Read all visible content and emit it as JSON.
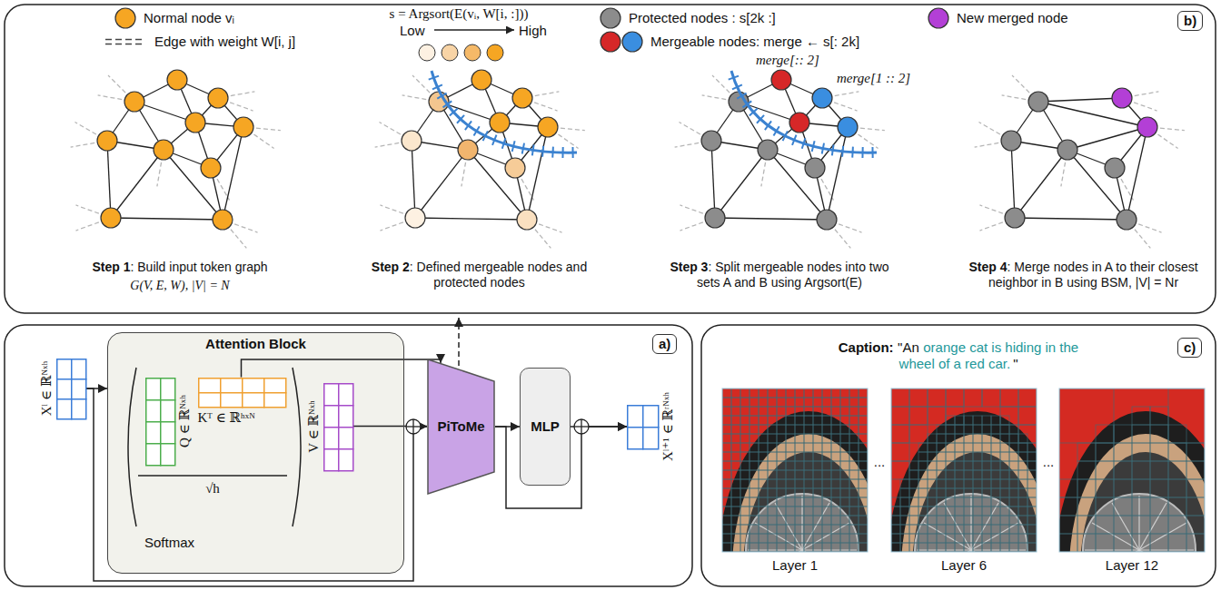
{
  "diagram": {
    "nodes": [
      {
        "text": [
          "b)"
        ]
      },
      {
        "text": [
          "Xˡ ∈ ℝᴺˣʰ"
        ]
      },
      {
        "text": [
          "Attention Block",
          "Softmax"
        ]
      },
      {
        "text": [
          "Q ∈ ℝᴺˣʰ"
        ],
        "in": 2
      },
      {
        "text": [
          "Kᵀ ∈ ℝʰˣᴺ"
        ],
        "in": 2
      },
      {
        "text": [
          "V ∈ ℝᴺˣʰ"
        ],
        "in": 2
      },
      {
        "text": [
          "PiToMe"
        ]
      },
      {
        "text": [
          "MLP"
        ]
      },
      {
        "text": [
          "Xˡ⁺¹ ∈ ℝʳᴺˣʰ"
        ]
      },
      {
        "text": [
          "a)"
        ]
      },
      {
        "text": [
          "c)"
        ]
      }
    ],
    "edges": [
      {
        "from": 1,
        "to": 2,
        "arrow": "to"
      },
      {
        "from": 1,
        "to": 6,
        "arrow": "to"
      },
      {
        "from": 5,
        "to": 6,
        "arrow": "to"
      },
      {
        "from": 4,
        "to": 6,
        "arrow": "to"
      },
      {
        "from": 6,
        "to": 7,
        "arrow": "to"
      },
      {
        "from": 7,
        "to": 8,
        "arrow": "to"
      },
      {
        "from": 6,
        "to": 8,
        "arrow": "to"
      }
    ],
    "labels": [
      "s = Argsort(E(vᵢ, W[i, :]))",
      "Low",
      "High",
      "merge[:: 2]",
      "merge[1 :: 2]",
      "Step 1",
      ": Build input token graph",
      "G(V, E, W), |V| = N",
      "Step 2",
      ": Defined mergeable nodes and protected nodes",
      "Step 3",
      ": Split mergeable nodes into two sets A and B using Argsort(E)",
      "Step 4",
      ": Merge nodes in A to their closest neighbor in B using BSM, |V| = Nr",
      "√h",
      "Caption:",
      "\"An",
      "orange cat is hiding in the wheel of a red car.",
      "\"",
      "Layer 1",
      "...",
      "Layer 6",
      "...",
      "Layer 12"
    ],
    "legend": [
      {
        "text": "Normal node vᵢ",
        "color": "#f6a623"
      },
      {
        "text": "Edge with weight W[i, j]"
      },
      {
        "text": "Protected nodes : s[2k :]",
        "color": "#8c8c8c"
      },
      {
        "text": "Mergeable nodes: merge ← s[: 2k]",
        "color": "#d62728"
      },
      {
        "text": "New merged node",
        "color": "#b33fd6"
      }
    ]
  }
}
